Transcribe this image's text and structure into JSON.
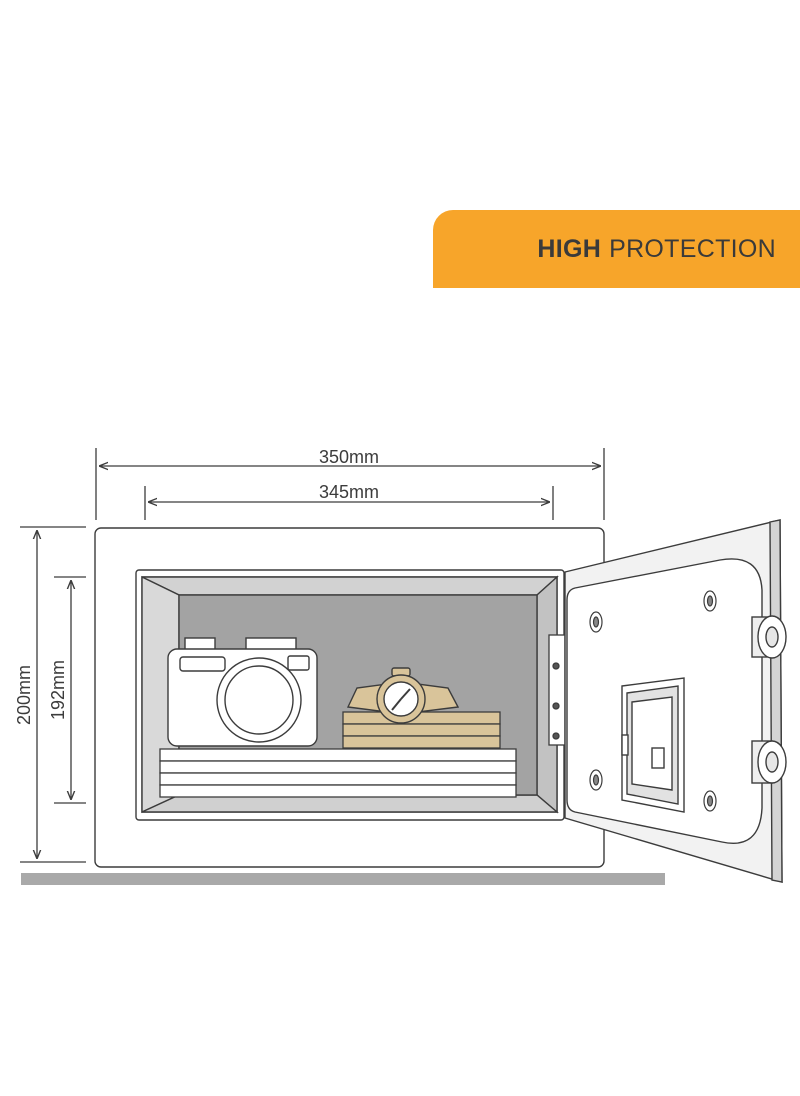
{
  "banner": {
    "strong": "HIGH",
    "light": "PROTECTION",
    "color": "#f7a52a"
  },
  "dimensions": {
    "outer_width": "350mm",
    "inner_width": "345mm",
    "outer_height": "200mm",
    "inner_height": "192mm"
  },
  "colors": {
    "outline": "#3c3c3c",
    "interior": "#a3a3a3",
    "floor": "#a9a9a9",
    "wood": "#d9c49a"
  },
  "icons": [
    "camera-icon",
    "watch-icon",
    "books-icon",
    "safe-door-icon",
    "keypad-icon"
  ]
}
